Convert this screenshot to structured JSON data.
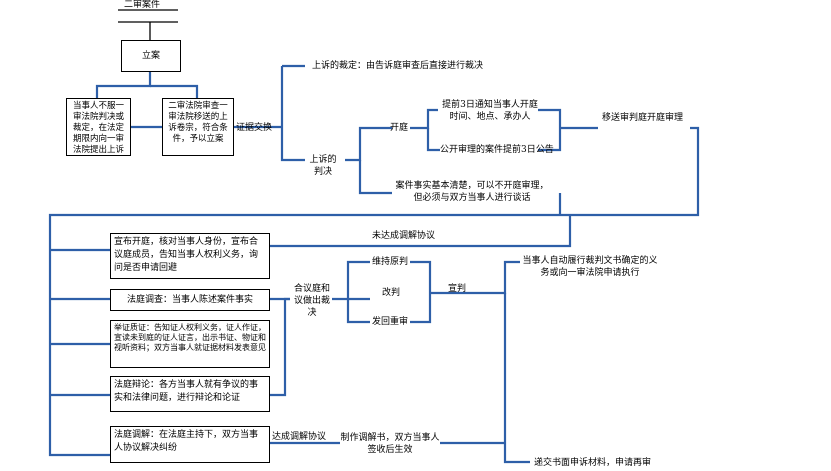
{
  "title": "二审案件",
  "nodes": {
    "lian": "立案",
    "appeal": "当事人不服一审法院判决或裁定，在法定期限内向一审法院提出上诉",
    "review": "二审法院审查一审法院移送的上诉卷宗，符合条件，予以立案",
    "open_court": "宣布开庭，核对当事人身份，宣布合议庭成员，告知当事人权利义务，询问是否申请回避",
    "investigation": "法庭调查：当事人陈述案件事实",
    "evidence": "举证质证：告知证人权利义务，证人作证，宣读未到庭的证人证言，出示书证、物证和视听资料；双方当事人就证据材料发表意见",
    "debate": "法庭辩论：各方当事人就有争议的事实和法律问题，进行辩论和论证",
    "mediation": "法庭调解：在法庭主持下，双方当事人协议解决纠纷"
  },
  "labels": {
    "exchange": "证据交换",
    "trial_by_court": "上诉的裁定：由告诉庭审查后直接进行裁决",
    "appeal_judgment": "上诉的判决",
    "open": "开庭",
    "notify": "提前3日通知当事人开庭时间、地点、承办人",
    "announce": "公开审理的案件提前3日公告",
    "transfer": "移送审判庭开庭审理",
    "no_hearing": "案件事实基本清楚，可以不开庭审理，但必须与双方当事人进行谈话",
    "no_agreement": "未达成调解协议",
    "deliberate": "合议庭和议做出裁决",
    "uphold": "维持原判",
    "amend": "改判",
    "remand": "发回重审",
    "pronounce": "宣判",
    "execute": "当事人自动履行裁判文书确定的义务或向一审法院申请执行",
    "agreement": "达成调解协议",
    "mediation_doc": "制作调解书，双方当事人签收后生效",
    "retrial": "递交书面申诉材料，申请再审"
  }
}
